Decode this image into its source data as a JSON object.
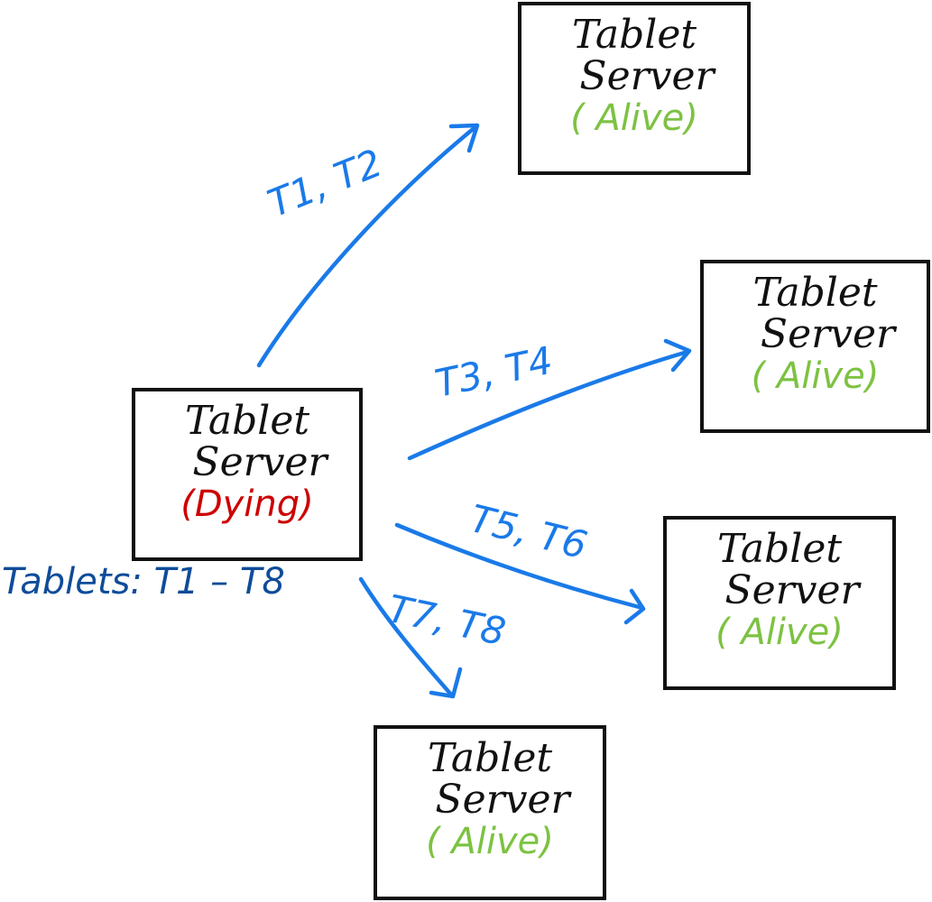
{
  "colors": {
    "box_border": "#111111",
    "alive": "#7dc242",
    "dying": "#cc0000",
    "arrow": "#1a7ae8",
    "tablets_label": "#0f4c99"
  },
  "dying_server": {
    "line1": "Tablet",
    "line2": "Server",
    "status": "(Dying)",
    "tablets": "Tablets: T1 – T8"
  },
  "alive_servers": [
    {
      "line1": "Tablet",
      "line2": "Server",
      "status": "( Alive)"
    },
    {
      "line1": "Tablet",
      "line2": "Server",
      "status": "( Alive)"
    },
    {
      "line1": "Tablet",
      "line2": "Server",
      "status": "( Alive)"
    },
    {
      "line1": "Tablet",
      "line2": "Server",
      "status": "( Alive)"
    }
  ],
  "transfers": [
    {
      "label": "T1, T2",
      "to_server": 0
    },
    {
      "label": "T3, T4",
      "to_server": 1
    },
    {
      "label": "T5, T6",
      "to_server": 2
    },
    {
      "label": "T7, T8",
      "to_server": 3
    }
  ]
}
